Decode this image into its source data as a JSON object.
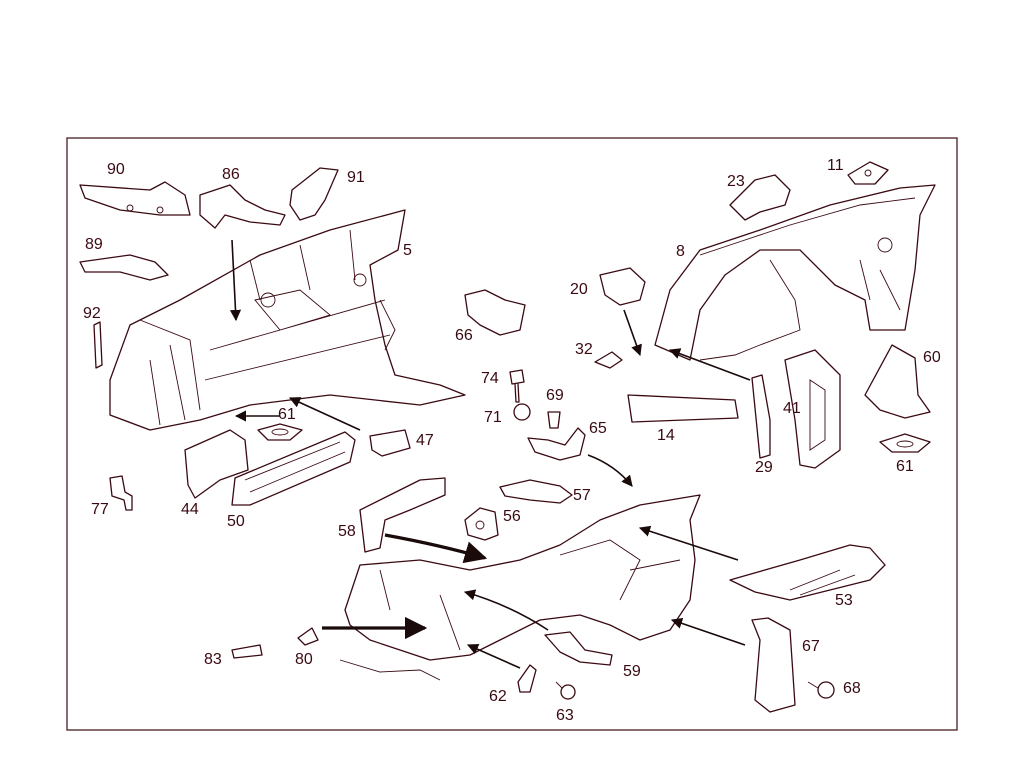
{
  "diagram": {
    "callouts": [
      "90",
      "86",
      "91",
      "89",
      "5",
      "92",
      "61",
      "47",
      "77",
      "44",
      "50",
      "23",
      "11",
      "8",
      "20",
      "66",
      "74",
      "69",
      "71",
      "32",
      "60",
      "65",
      "41",
      "14",
      "29",
      "61",
      "57",
      "56",
      "58",
      "53",
      "67",
      "83",
      "80",
      "59",
      "62",
      "63",
      "68"
    ]
  }
}
